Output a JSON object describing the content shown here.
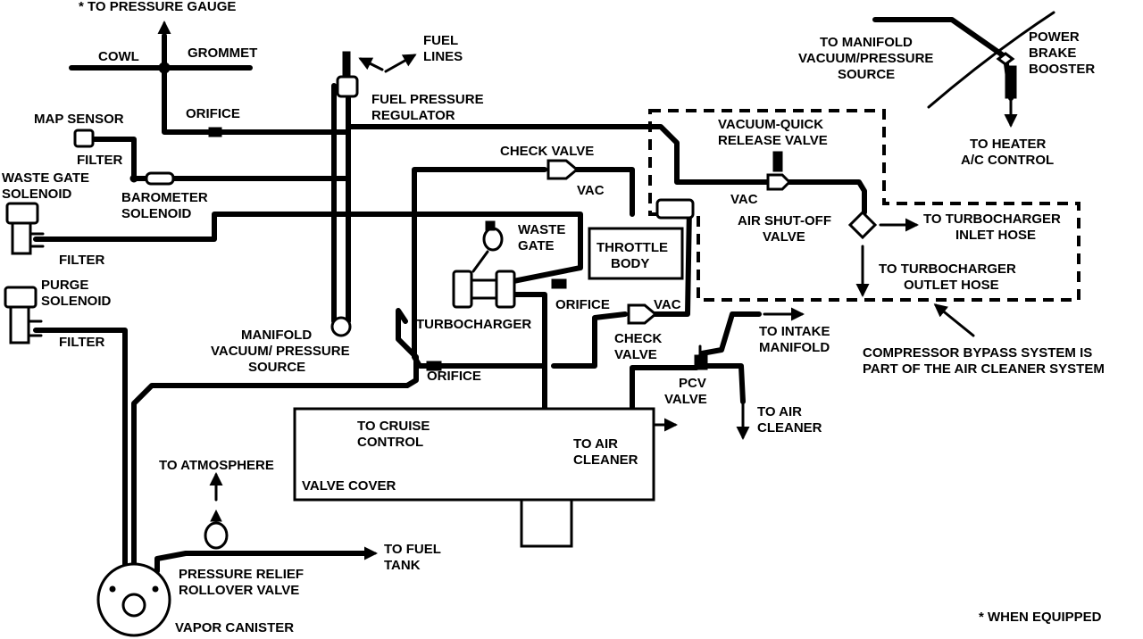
{
  "labels": {
    "pressure_gauge": "* TO PRESSURE GAUGE",
    "cowl": "COWL",
    "grommet": "GROMMET",
    "fuel_lines_1": "FUEL",
    "fuel_lines_2": "LINES",
    "fuel_pressure_regulator_1": "FUEL PRESSURE",
    "fuel_pressure_regulator_2": "REGULATOR",
    "orifice_top": "ORIFICE",
    "map_sensor": "MAP SENSOR",
    "filter_map": "FILTER",
    "waste_gate_solenoid_1": "WASTE GATE",
    "waste_gate_solenoid_2": "SOLENOID",
    "barometer_solenoid_1": "BAROMETER",
    "barometer_solenoid_2": "SOLENOID",
    "filter_wg": "FILTER",
    "purge_solenoid_1": "PURGE",
    "purge_solenoid_2": "SOLENOID",
    "filter_purge": "FILTER",
    "check_valve_top": "CHECK VALVE",
    "vac_top": "VAC",
    "waste_gate_1": "WASTE",
    "waste_gate_2": "GATE",
    "throttle_body_1": "THROTTLE",
    "throttle_body_2": "BODY",
    "turbocharger": "TURBOCHARGER",
    "orifice_mid": "ORIFICE",
    "vac_mid": "VAC",
    "check_valve_mid_1": "CHECK",
    "check_valve_mid_2": "VALVE",
    "manifold_vac_1": "MANIFOLD",
    "manifold_vac_2": "VACUUM/ PRESSURE",
    "manifold_vac_3": "SOURCE",
    "orifice_low": "ORIFICE",
    "to_manifold_1": "TO MANIFOLD",
    "to_manifold_2": "VACUUM/PRESSURE",
    "to_manifold_3": "SOURCE",
    "power_brake_1": "POWER",
    "power_brake_2": "BRAKE",
    "power_brake_3": "BOOSTER",
    "to_heater_1": "TO HEATER",
    "to_heater_2": "A/C CONTROL",
    "vacuum_quick_1": "VACUUM-QUICK",
    "vacuum_quick_2": "RELEASE VALVE",
    "vac_right": "VAC",
    "air_shutoff_1": "AIR SHUT-OFF",
    "air_shutoff_2": "VALVE",
    "turbo_inlet_1": "TO TURBOCHARGER",
    "turbo_inlet_2": "INLET HOSE",
    "turbo_outlet_1": "TO TURBOCHARGER",
    "turbo_outlet_2": "OUTLET HOSE",
    "compressor_bypass_1": "COMPRESSOR BYPASS SYSTEM IS",
    "compressor_bypass_2": "PART OF THE AIR CLEANER SYSTEM",
    "to_intake_1": "TO INTAKE",
    "to_intake_2": "MANIFOLD",
    "pcv_1": "PCV",
    "pcv_2": "VALVE",
    "to_air_cleaner_right_1": "TO AIR",
    "to_air_cleaner_right_2": "CLEANER",
    "to_cruise_1": "TO CRUISE",
    "to_cruise_2": "CONTROL",
    "to_air_cleaner_1": "TO AIR",
    "to_air_cleaner_2": "CLEANER",
    "valve_cover": "VALVE COVER",
    "to_atmosphere": "TO ATMOSPHERE",
    "to_fuel_tank_1": "TO FUEL",
    "to_fuel_tank_2": "TANK",
    "pressure_relief_1": "PRESSURE RELIEF",
    "pressure_relief_2": "ROLLOVER VALVE",
    "vapor_canister": "VAPOR CANISTER",
    "when_equipped": "* WHEN EQUIPPED"
  }
}
